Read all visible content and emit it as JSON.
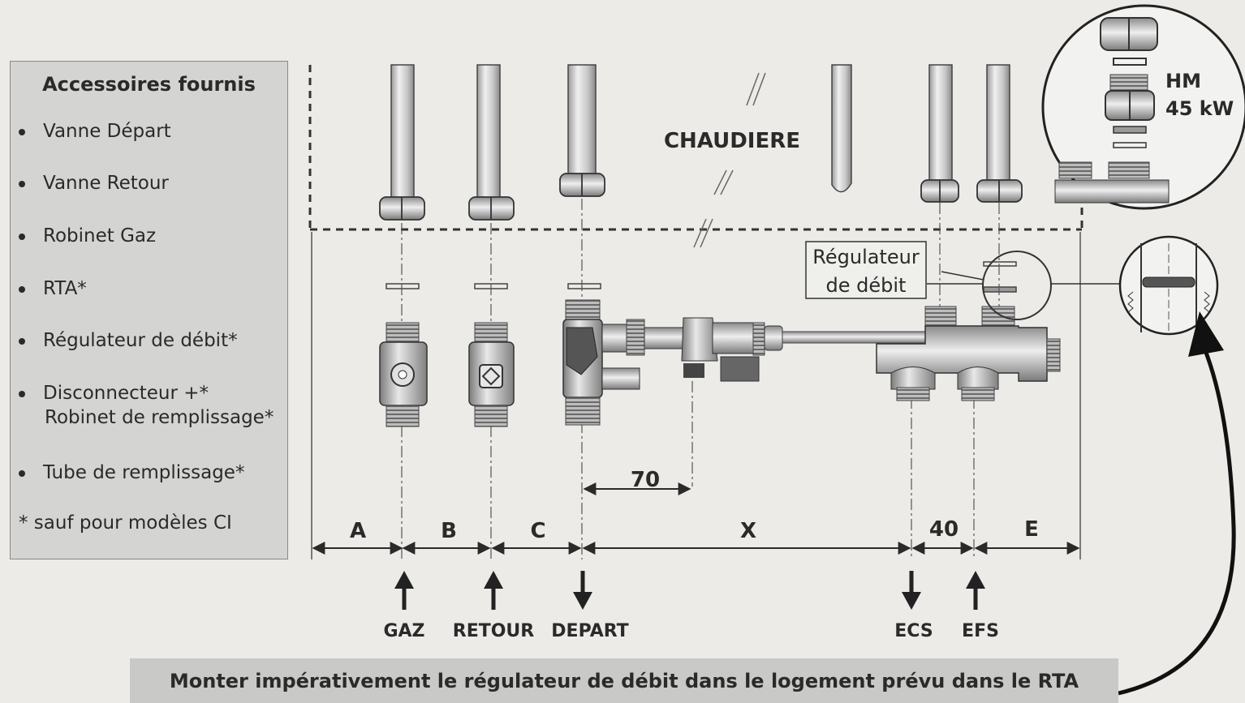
{
  "accessories": {
    "title": "Accessoires fournis",
    "items": [
      "Vanne Départ",
      "Vanne Retour",
      "Robinet Gaz",
      "RTA*",
      "Régulateur de débit*",
      "Disconnecteur +*",
      "Tube de remplissage*"
    ],
    "item6_cont": "Robinet de remplissage*",
    "footnote": "* sauf pour modèles CI"
  },
  "diagram": {
    "boiler_label": "CHAUDIERE",
    "regulator_label_1": "Régulateur",
    "regulator_label_2": "de débit",
    "inset_label_1": "HM",
    "inset_label_2": "45 kW",
    "dim_70": "70",
    "dim_a": "A",
    "dim_b": "B",
    "dim_c": "C",
    "dim_x": "X",
    "dim_40": "40",
    "dim_e": "E",
    "conn_gaz": "GAZ",
    "conn_retour": "RETOUR",
    "conn_depart": "DEPART",
    "conn_ecs": "ECS",
    "conn_efs": "EFS"
  },
  "instruction": "Monter impérativement le régulateur de débit dans le logement prévu dans le RTA"
}
